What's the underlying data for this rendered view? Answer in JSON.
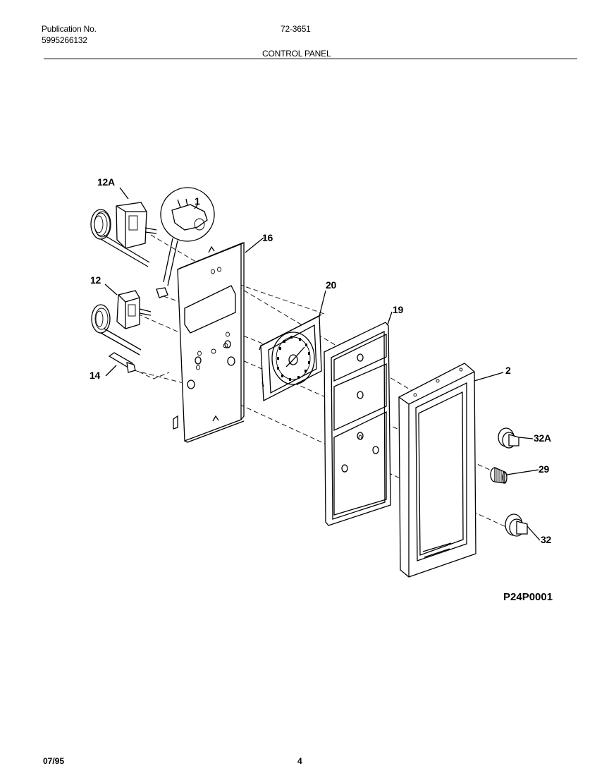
{
  "header": {
    "publication_label": "Publication No.",
    "publication_number": "5995266132",
    "model": "72-3651",
    "section_title": "CONTROL PANEL"
  },
  "callouts": {
    "part_12a": "12A",
    "part_1": "1",
    "part_16": "16",
    "part_12": "12",
    "part_20": "20",
    "part_19": "19",
    "part_14": "14",
    "part_2": "2",
    "part_32a": "32A",
    "part_29": "29",
    "part_32": "32"
  },
  "drawing_id": "P24P0001",
  "footer": {
    "date": "07/95",
    "page": "4"
  }
}
